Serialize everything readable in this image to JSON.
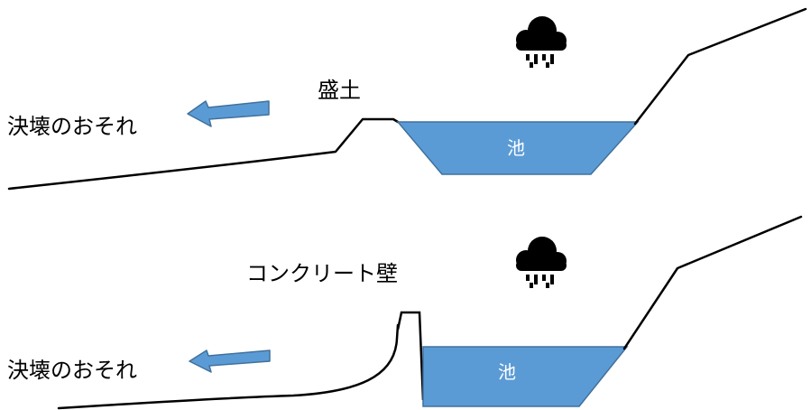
{
  "colors": {
    "water_fill": "#5b9bd5",
    "water_stroke": "#41719c",
    "line": "#000000",
    "icon": "#000000"
  },
  "top_panel": {
    "embankment_label": "盛土",
    "collapse_label": "決壊のおそれ",
    "pond_label": "池",
    "weather_icon": "rain-cloud-icon",
    "arrow_icon": "left-arrow-icon"
  },
  "bottom_panel": {
    "wall_label": "コンクリート壁",
    "collapse_label": "決壊のおそれ",
    "pond_label": "池",
    "weather_icon": "rain-cloud-icon",
    "arrow_icon": "left-arrow-icon"
  }
}
